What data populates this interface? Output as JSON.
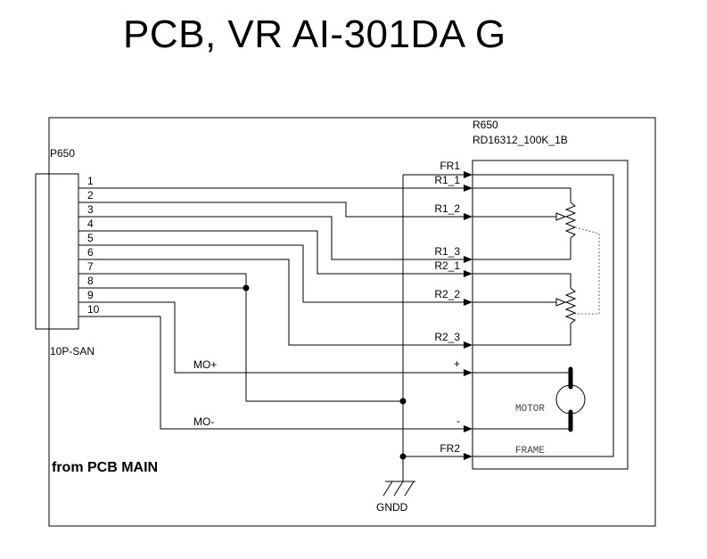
{
  "title": "PCB, VR AI-301DA G",
  "connector": {
    "ref": "P650",
    "type": "10P-SAN",
    "pins": [
      "1",
      "2",
      "3",
      "4",
      "5",
      "6",
      "7",
      "8",
      "9",
      "10"
    ]
  },
  "component": {
    "ref": "R650",
    "part": "RD16312_100K_1B",
    "terminals": [
      "FR1",
      "R1_1",
      "R1_2",
      "R1_3",
      "R2_1",
      "R2_2",
      "R2_3",
      "+",
      "-",
      "FR2"
    ]
  },
  "nets": {
    "mo_plus": "MO+",
    "mo_minus": "MO-",
    "ground": "GNDD"
  },
  "motor_label": "MOTOR",
  "frame_label": "FRAME",
  "source_note": "from PCB MAIN"
}
